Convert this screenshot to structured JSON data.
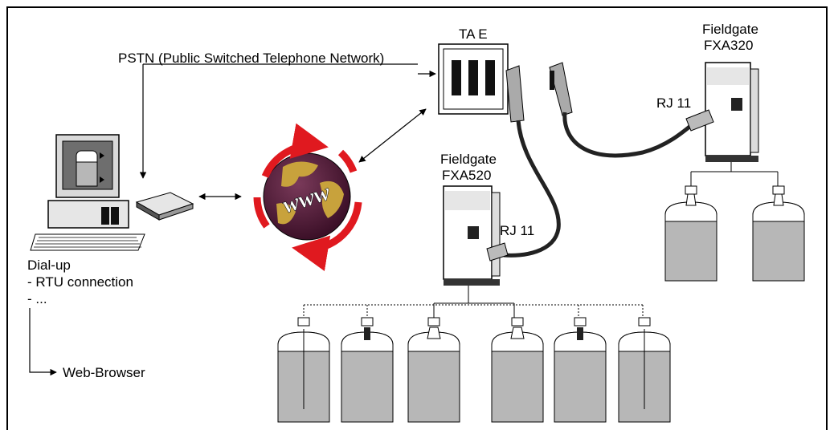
{
  "labels": {
    "pstn": "PSTN (Public Switched Telephone Network)",
    "tae": "TA E",
    "fg320_line1": "Fieldgate",
    "fg320_line2": "FXA320",
    "fg520_line1": "Fieldgate",
    "fg520_line2": "FXA520",
    "rj11_a": "RJ 11",
    "rj11_b": "RJ 11",
    "dialup": "Dial-up",
    "rtu": "- RTU connection",
    "ellipsis": "- ...",
    "web": "Web-Browser",
    "www": "www"
  },
  "colors": {
    "tank_fill": "#b7b7b7",
    "tank_upper": "#ffffff",
    "globe": "#5a2340",
    "land": "#c8a23c",
    "arrow_red": "#e0191f",
    "screen": "#6e6e6e"
  }
}
